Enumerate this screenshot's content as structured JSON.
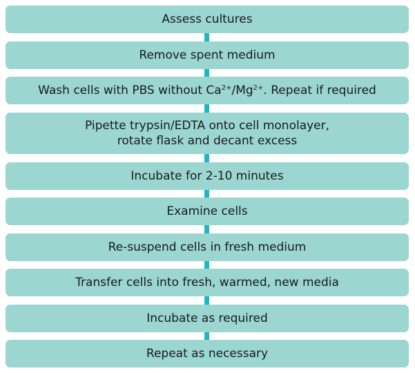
{
  "steps": [
    {
      "text": "Assess cultures"
    },
    {
      "text": "Remove spent medium"
    },
    {
      "prefix": "Wash cells with PBS without Ca",
      "sup1": "2+",
      "mid": "/Mg",
      "sup2": "2+",
      "suffix": ". Repeat if required"
    },
    {
      "line1": "Pipette trypsin/EDTA onto cell monolayer,",
      "line2": "rotate flask and decant excess"
    },
    {
      "text": "Incubate for 2-10 minutes"
    },
    {
      "text": "Examine cells"
    },
    {
      "text": "Re-suspend cells in fresh medium"
    },
    {
      "text": "Transfer cells into fresh, warmed, new media"
    },
    {
      "text": "Incubate as required"
    },
    {
      "text": "Repeat as necessary"
    }
  ],
  "colors": {
    "box_fill": "#9bd6d0",
    "connector": "#1fb6c3",
    "text": "#1a1a1a"
  }
}
